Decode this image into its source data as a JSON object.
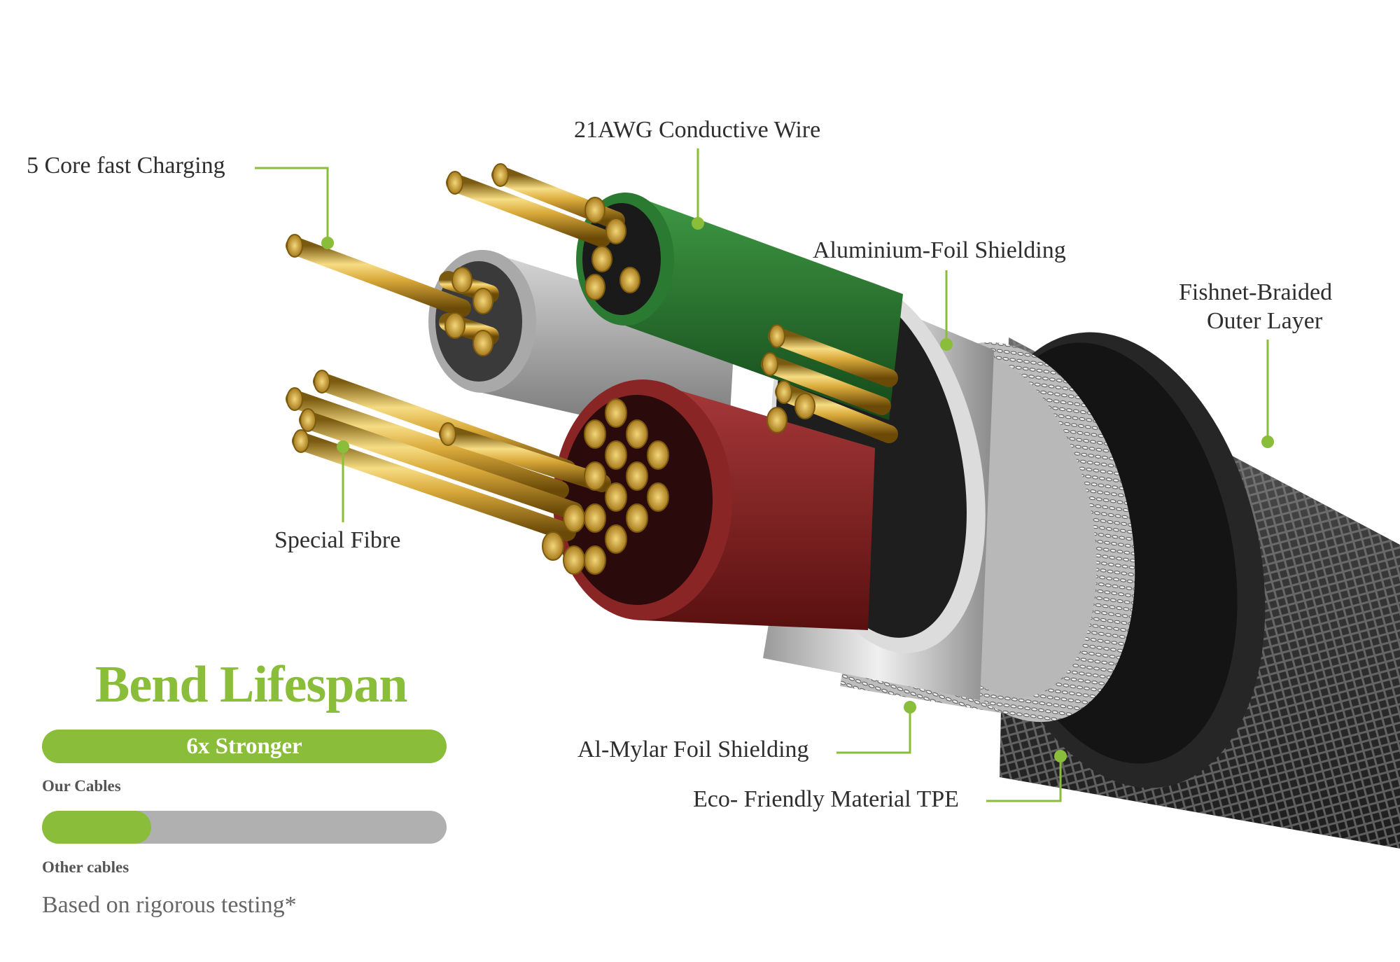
{
  "labels": {
    "core": "5 Core fast Charging",
    "awg": "21AWG Conductive Wire",
    "alu": "Aluminium-Foil Shielding",
    "fishnet_1": "Fishnet-Braided",
    "fishnet_2": "Outer Layer",
    "fibre": "Special Fibre",
    "mylar": "Al-Mylar Foil Shielding",
    "tpe": "Eco- Friendly Material TPE"
  },
  "panel": {
    "title": "Bend Lifespan",
    "banner": "6x Stronger",
    "our_label": "Our Cables",
    "other_label": "Other cables",
    "other_fill_fraction": 0.27,
    "note": "Based on rigorous testing*"
  },
  "colors": {
    "accent": "#8abd3a",
    "bar_track": "#b0b0b0",
    "text": "#2e2e2e"
  }
}
